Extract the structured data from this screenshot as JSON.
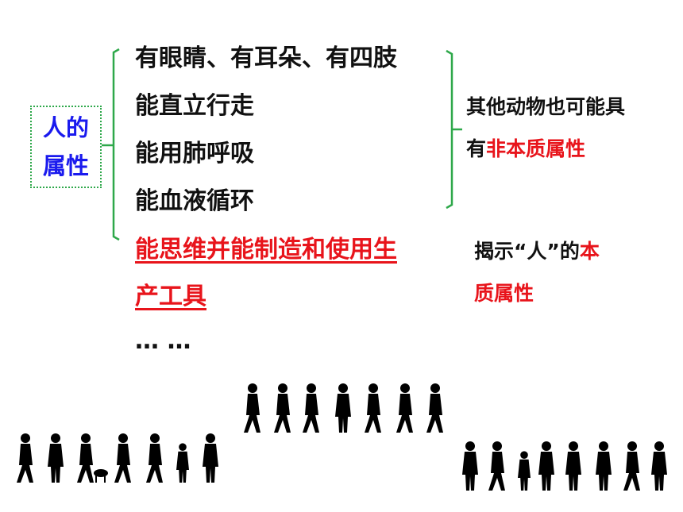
{
  "concept_box": {
    "line1": "人的",
    "line2": "属性"
  },
  "attributes": {
    "item1": "有眼睛、有耳朵、有四肢",
    "item2": "能直立行走",
    "item3": "能用肺呼吸",
    "item4": "能血液循环",
    "item5_line1": "能思维并能制造和使用生",
    "item5_line2": "产工具",
    "ellipsis": "… …"
  },
  "note_nonessential": {
    "line1": "其他动物也可能具",
    "line2_prefix": "有",
    "line2_highlight": "非本质属性"
  },
  "note_essential": {
    "line1_prefix": "揭示“人”的",
    "line1_highlight": "本",
    "line2": "质属性"
  },
  "colors": {
    "bracket": "#2ea84a",
    "label": "#1a1aee",
    "highlight": "#e8141b",
    "text": "#111111"
  },
  "illustrations": [
    "people-silhouettes-left",
    "people-silhouettes-center",
    "people-silhouettes-right"
  ]
}
